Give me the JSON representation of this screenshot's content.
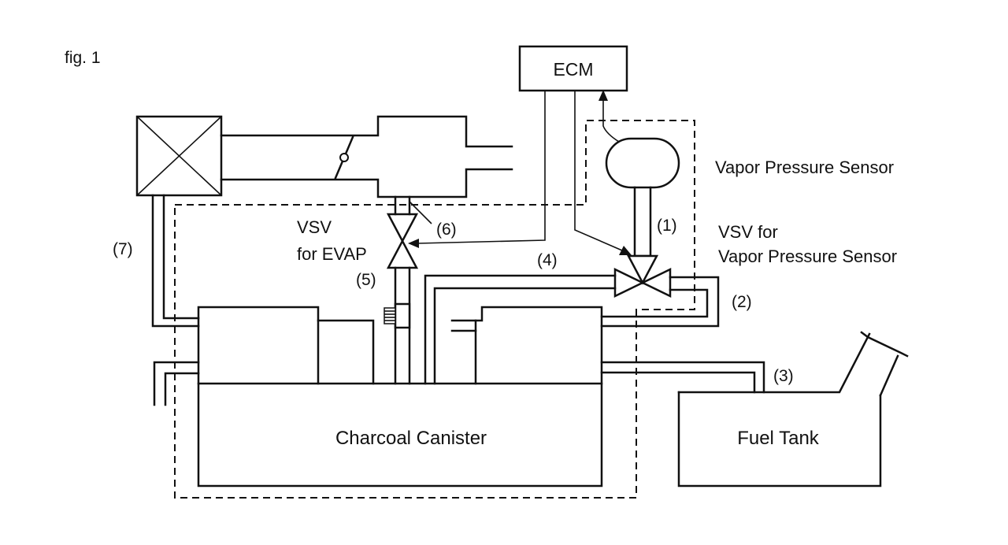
{
  "figure": {
    "label": "fig. 1"
  },
  "components": {
    "ecm": "ECM",
    "vapor_pressure_sensor": "Vapor Pressure Sensor",
    "vsv_vps_line1": "VSV for",
    "vsv_vps_line2": "Vapor Pressure Sensor",
    "vsv_evap_line1": "VSV",
    "vsv_evap_line2": "for EVAP",
    "charcoal_canister": "Charcoal Canister",
    "fuel_tank": "Fuel Tank"
  },
  "hose_labels": {
    "h1": "(1)",
    "h2": "(2)",
    "h3": "(3)",
    "h4": "(4)",
    "h5": "(5)",
    "h6": "(6)",
    "h7": "(7)"
  }
}
